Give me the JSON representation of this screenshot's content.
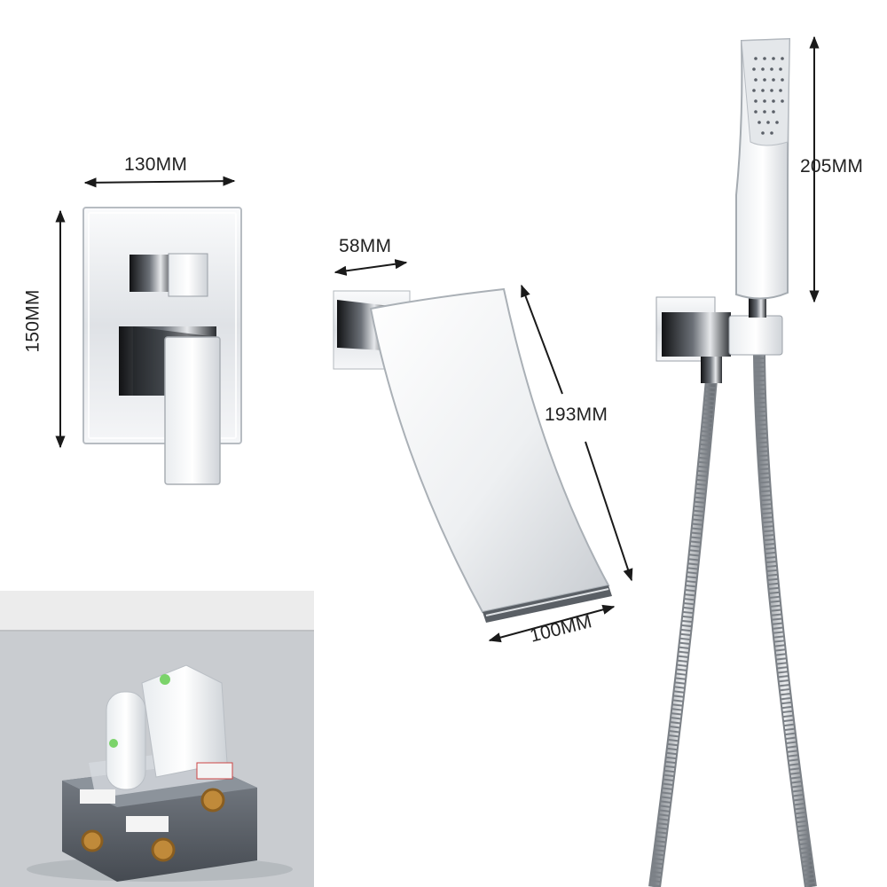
{
  "dimensions": {
    "panel_width": "130MM",
    "panel_height": "150MM",
    "spout_depth": "58MM",
    "spout_length": "193MM",
    "spout_width": "100MM",
    "handshower_length": "205MM"
  },
  "colors": {
    "chrome_light": "#f4f5f7",
    "chrome_dark": "#1e2023",
    "dimension_line": "#1a1a1a",
    "inset_background": "#c9ccd0",
    "valve_body": "#5a6068",
    "brass": "#c08a3a"
  }
}
